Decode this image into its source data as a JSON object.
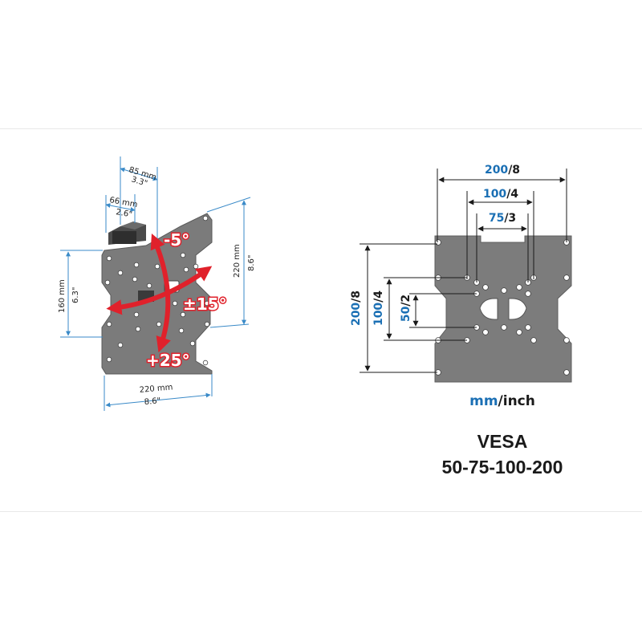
{
  "left_bracket": {
    "dims": {
      "depth_mm": "85 mm",
      "depth_in": "3.3\"",
      "min_depth_mm": "66 mm",
      "min_depth_in": "2.6\"",
      "height_mm": "220 mm",
      "height_in": "8.6\"",
      "left_height_mm": "160 mm",
      "left_height_in": "6.3\"",
      "width_mm": "220 mm",
      "width_in": "8.6\""
    },
    "angles": {
      "tilt_up": "-5°",
      "tilt_down": "+25°",
      "swivel": "±15°"
    },
    "colors": {
      "arrow": "#e0212b",
      "plate": "#7a7a7a",
      "dimension": "#1a6fb4"
    }
  },
  "vesa_plate": {
    "labels": {
      "w200_a": "200",
      "w200_b": "/8",
      "w100_a": "100",
      "w100_b": "/4",
      "w75_a": "75",
      "w75_b": "/3",
      "h200_a": "200",
      "h200_b": "/8",
      "h100_a": "100",
      "h100_b": "/4",
      "h50_a": "50",
      "h50_b": "/2"
    },
    "units_a": "mm",
    "units_b": "/inch",
    "title": "VESA",
    "sizes": "50-75-100-200"
  }
}
